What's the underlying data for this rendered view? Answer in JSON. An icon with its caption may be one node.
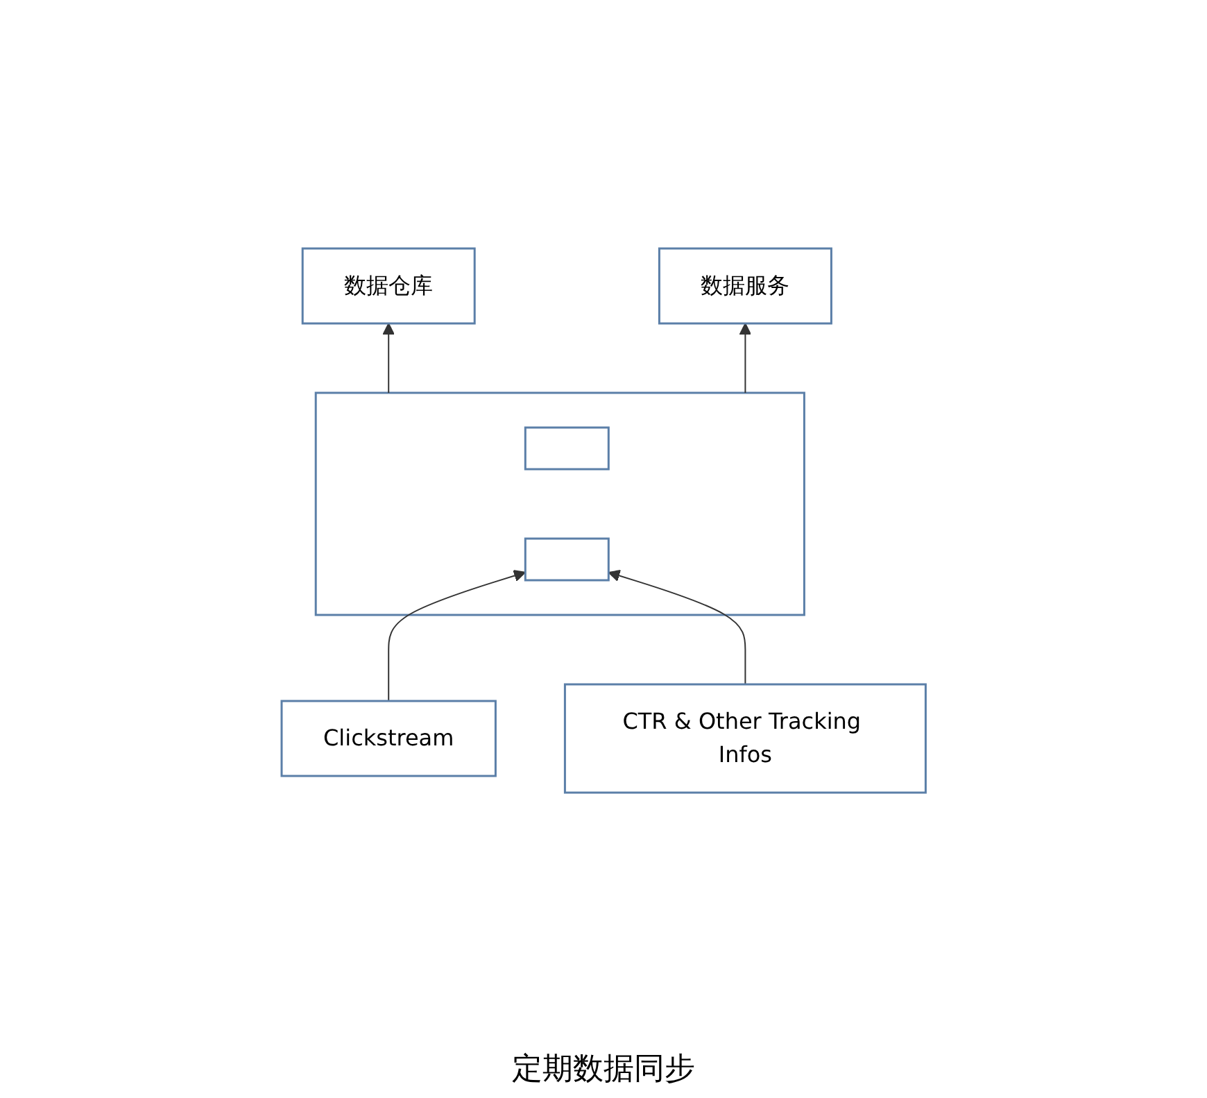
{
  "diagram": {
    "nodes": [
      {
        "text": [
          "数据仓库"
        ]
      },
      {
        "text": [
          "数据服务"
        ]
      },
      {
        "text": [],
        "shape": "box"
      },
      {
        "text": [],
        "shape": "box",
        "in": 2
      },
      {
        "text": [],
        "shape": "box",
        "in": 2
      },
      {
        "text": [
          "Clickstream"
        ]
      },
      {
        "text": [
          "CTR & Other Tracking Infos"
        ]
      }
    ],
    "edges": [
      {
        "from": 2,
        "to": 0,
        "arrow": "to"
      },
      {
        "from": 2,
        "to": 1,
        "arrow": "to"
      },
      {
        "from": 5,
        "to": 4,
        "arrow": "to"
      },
      {
        "from": 6,
        "to": 4,
        "arrow": "to"
      }
    ],
    "labels": [
      "定期数据同步"
    ]
  }
}
